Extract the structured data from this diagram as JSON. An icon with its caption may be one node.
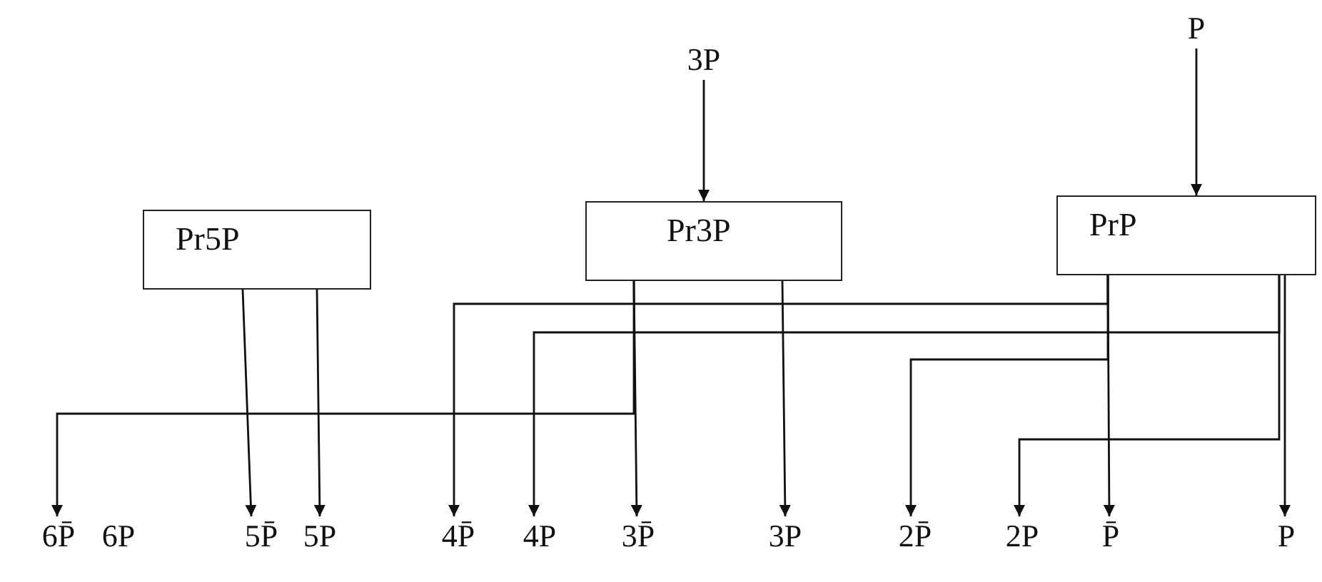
{
  "diagram": {
    "nodes": [
      {
        "text": [
          "3P"
        ]
      },
      {
        "text": [
          "P"
        ]
      },
      {
        "text": [
          "Pr5P"
        ]
      },
      {
        "text": [
          "Pr3P"
        ]
      },
      {
        "text": [
          "PrP"
        ]
      },
      {
        "text": [
          "6P̄"
        ]
      },
      {
        "text": [
          "5P̄"
        ]
      },
      {
        "text": [
          "5P"
        ]
      },
      {
        "text": [
          "4P̄"
        ]
      },
      {
        "text": [
          "4P"
        ]
      },
      {
        "text": [
          "3P̄"
        ]
      },
      {
        "text": [
          "3P"
        ]
      },
      {
        "text": [
          "2P̄"
        ]
      },
      {
        "text": [
          "2P"
        ]
      },
      {
        "text": [
          "P̄"
        ]
      },
      {
        "text": [
          "P"
        ]
      }
    ],
    "edges": [
      {
        "from": 0,
        "to": 3,
        "arrow": "to"
      },
      {
        "from": 1,
        "to": 4,
        "arrow": "to"
      },
      {
        "from": 2,
        "to": 6,
        "arrow": "to"
      },
      {
        "from": 2,
        "to": 7,
        "arrow": "to"
      },
      {
        "from": 3,
        "to": 5,
        "arrow": "to"
      },
      {
        "from": 3,
        "to": 10,
        "arrow": "to"
      },
      {
        "from": 3,
        "to": 11,
        "arrow": "to"
      },
      {
        "from": 4,
        "to": 8,
        "arrow": "to"
      },
      {
        "from": 4,
        "to": 9,
        "arrow": "to"
      },
      {
        "from": 4,
        "to": 12,
        "arrow": "to"
      },
      {
        "from": 4,
        "to": 13,
        "arrow": "to"
      },
      {
        "from": 4,
        "to": 14,
        "arrow": "to"
      },
      {
        "from": 4,
        "to": 15,
        "arrow": "to"
      }
    ],
    "labels": [
      "6P"
    ]
  }
}
